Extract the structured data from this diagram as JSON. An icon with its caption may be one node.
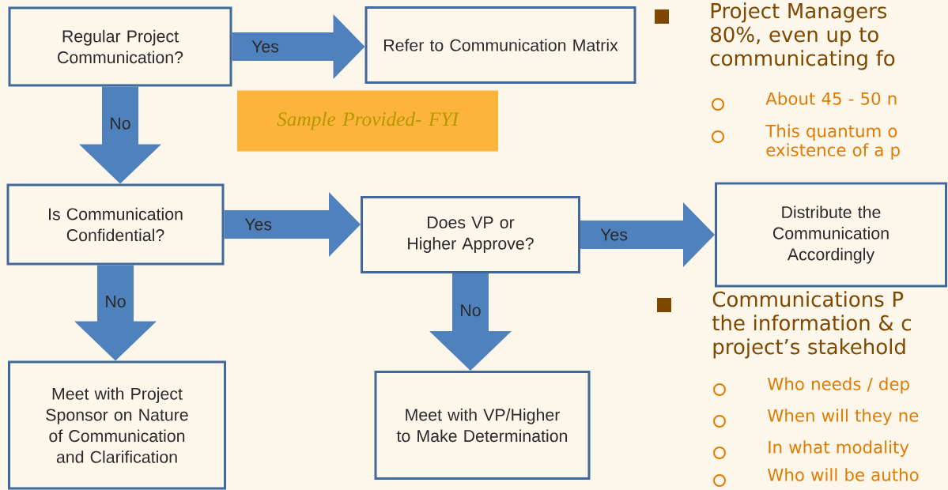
{
  "diagram": {
    "nodes": [
      {
        "text": [
          "Regular Project Communication?"
        ]
      },
      {
        "text": [
          "Refer to Communication Matrix"
        ]
      },
      {
        "text": [
          "Sample Provided- FYI"
        ]
      },
      {
        "text": [
          "Is Communication Confidential?"
        ]
      },
      {
        "text": [
          "Does VP or Higher Approve?"
        ]
      },
      {
        "text": [
          "Distribute the Communication Accordingly"
        ]
      },
      {
        "text": [
          "Meet with Project Sponsor on Nature of Communication and Clarification"
        ]
      },
      {
        "text": [
          "Meet with VP/Higher to Make Determination"
        ]
      }
    ],
    "edges": [
      {
        "from": 0,
        "to": 1,
        "arrow": "to",
        "label": "Yes"
      },
      {
        "from": 0,
        "to": 3,
        "arrow": "to",
        "label": "No"
      },
      {
        "from": 3,
        "to": 4,
        "arrow": "to",
        "label": "Yes"
      },
      {
        "from": 4,
        "to": 5,
        "arrow": "to",
        "label": "Yes"
      },
      {
        "from": 3,
        "to": 6,
        "arrow": "to",
        "label": "No"
      },
      {
        "from": 4,
        "to": 7,
        "arrow": "to",
        "label": "No"
      }
    ],
    "labels": [
      "Project Managers 80%, even up to communicating fo",
      "About 45 - 50 n",
      "This quantum o existence of a p",
      "Communications P the information & c project’s stakehold",
      "Who needs / dep",
      "When will they ne",
      "In what modality",
      "Who will be autho"
    ]
  }
}
